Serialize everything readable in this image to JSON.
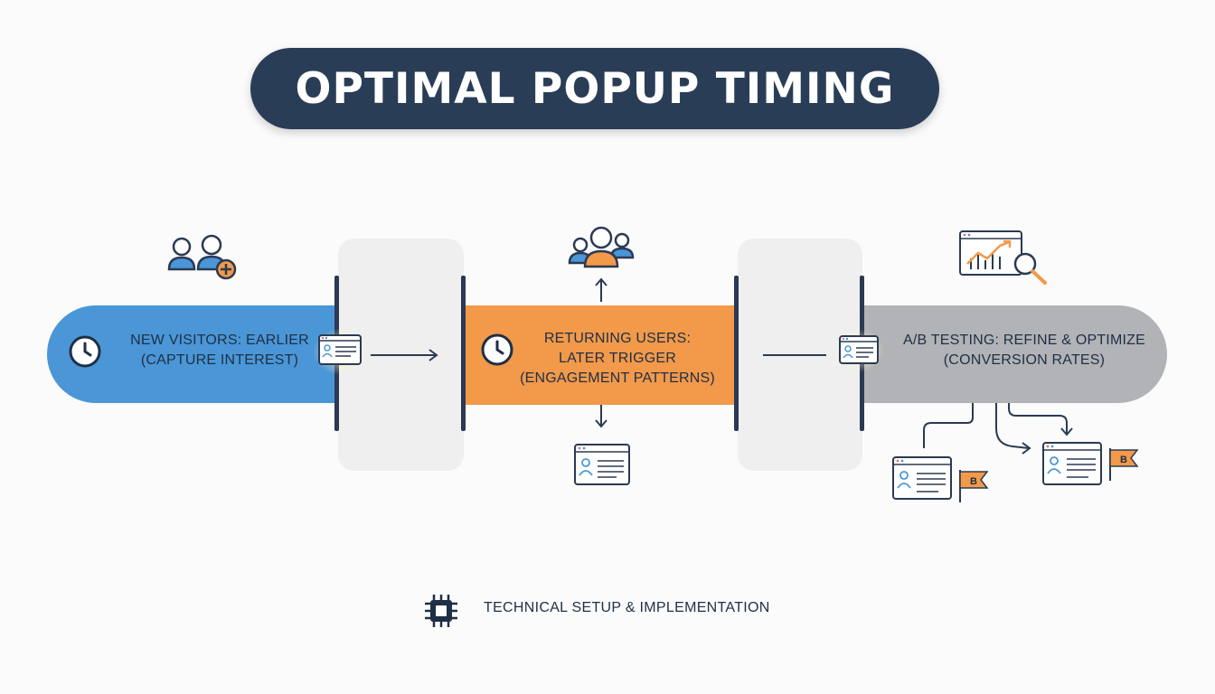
{
  "title": "OPTIMAL POPUP TIMING",
  "stages": [
    {
      "line1": "NEW VISITORS: EARLIER",
      "line2": "(CAPTURE INTEREST)",
      "color": "#4a96d6"
    },
    {
      "line1": "RETURNING USERS:",
      "line2": "LATER TRIGGER",
      "line3": "(ENGAGEMENT PATTERNS)",
      "color": "#f2994a"
    },
    {
      "line1": "A/B TESTING: REFINE & OPTIMIZE",
      "line2": "(CONVERSION RATES)",
      "color": "#b1b3b6"
    }
  ],
  "variant_labels": [
    "B",
    "B"
  ],
  "footer": "TECHNICAL SETUP & IMPLEMENTATION",
  "icons": [
    "new-user-icon",
    "clock-icon",
    "popup-window-icon",
    "user-group-icon",
    "analytics-search-icon",
    "flag-icon",
    "chip-icon"
  ],
  "colors": {
    "navy": "#2a3d57",
    "blue": "#4a96d6",
    "orange": "#f2994a",
    "gray": "#b1b3b6"
  }
}
